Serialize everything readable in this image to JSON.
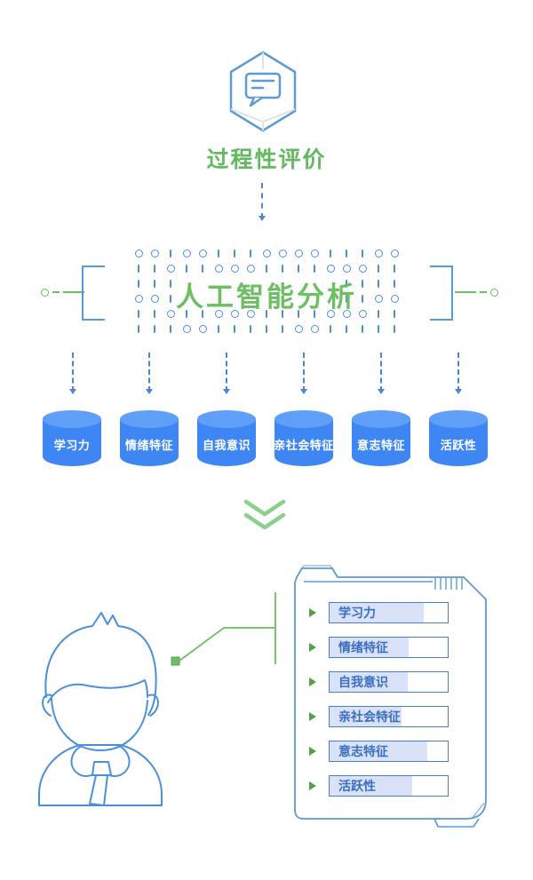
{
  "header": {
    "icon": "hexagon-chat-bubble-icon",
    "title": "过程性评价"
  },
  "ai_section": {
    "title": "人工智能分析",
    "pattern_rows": [
      "oo|oo|||oooo|||oo",
      "||o||ooo||||ooo||",
      "|||          ||||",
      "oo|          ||oo",
      "||o||ooo||||ooo||",
      "|||oo|||||oo|||||"
    ]
  },
  "dimensions": {
    "items": [
      {
        "label": "学习力"
      },
      {
        "label": "情绪特征"
      },
      {
        "label": "自我意识"
      },
      {
        "label": "亲社会特征"
      },
      {
        "label": "意志特征"
      },
      {
        "label": "活跃性"
      }
    ]
  },
  "profile": {
    "figure": "student-avatar",
    "panel_items": [
      {
        "label": "学习力",
        "fill_percent": 80
      },
      {
        "label": "情绪特征",
        "fill_percent": 67
      },
      {
        "label": "自我意识",
        "fill_percent": 66
      },
      {
        "label": "亲社会特征",
        "fill_percent": 61
      },
      {
        "label": "意志特征",
        "fill_percent": 83
      },
      {
        "label": "活跃性",
        "fill_percent": 70
      }
    ]
  },
  "colors": {
    "green_text": "#63b95f",
    "green_line": "#6cbf63",
    "chevron_green": "#8ccf8a",
    "bullet_green": "#55a043",
    "blue_outline": "#5b9bd5",
    "pattern_blue": "#4a90d9",
    "arrow_blue": "#4a86d8",
    "cylinder_blue": "#3e86f4",
    "cylinder_top": "#5f9ff8",
    "bar_border": "#4a7fc1",
    "bar_fill": "#d9e2f8",
    "bar_text": "#3a6fc0"
  }
}
